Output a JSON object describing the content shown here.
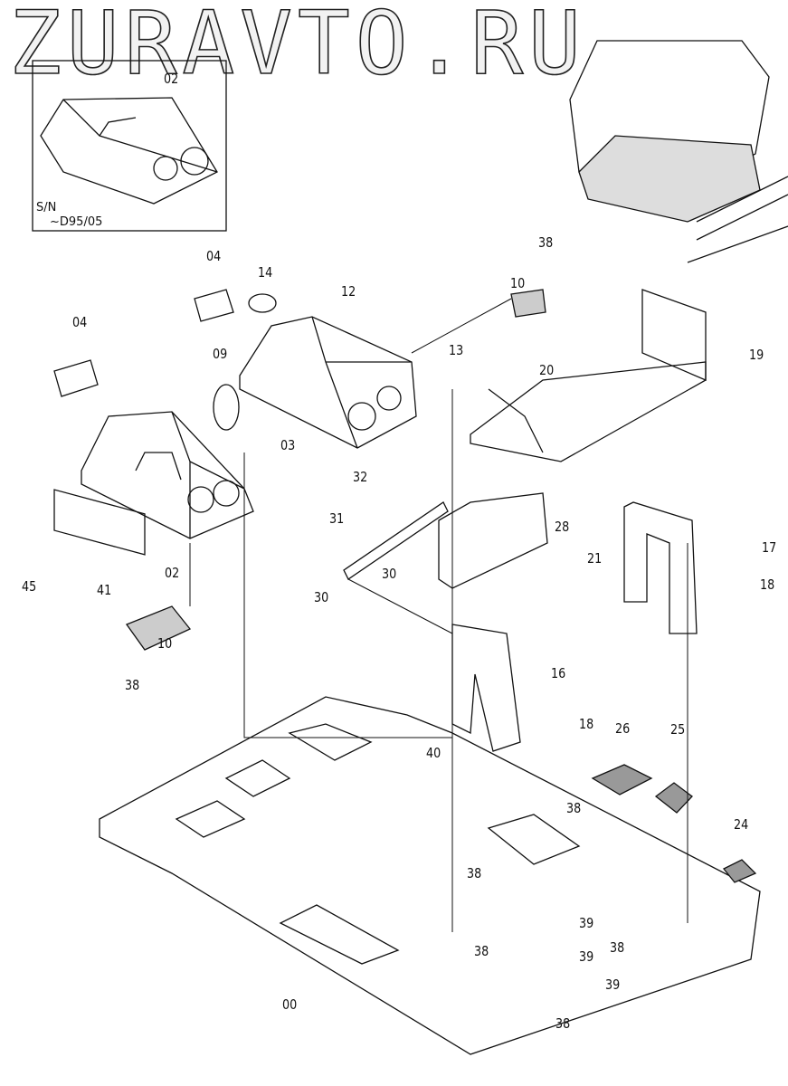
{
  "watermark": "ZURAVTO.RU",
  "inset": {
    "part": "02",
    "serial_label": "S/N",
    "serial_range": "~D95/05"
  },
  "labels": [
    "04",
    "14",
    "12",
    "10",
    "38",
    "04",
    "09",
    "13",
    "20",
    "19",
    "03",
    "32",
    "31",
    "28",
    "17",
    "21",
    "18",
    "45",
    "41",
    "02",
    "30",
    "30",
    "10",
    "38",
    "16",
    "18",
    "26",
    "25",
    "40",
    "38",
    "24",
    "38",
    "39",
    "38",
    "39",
    "38",
    "39",
    "38",
    "00"
  ]
}
